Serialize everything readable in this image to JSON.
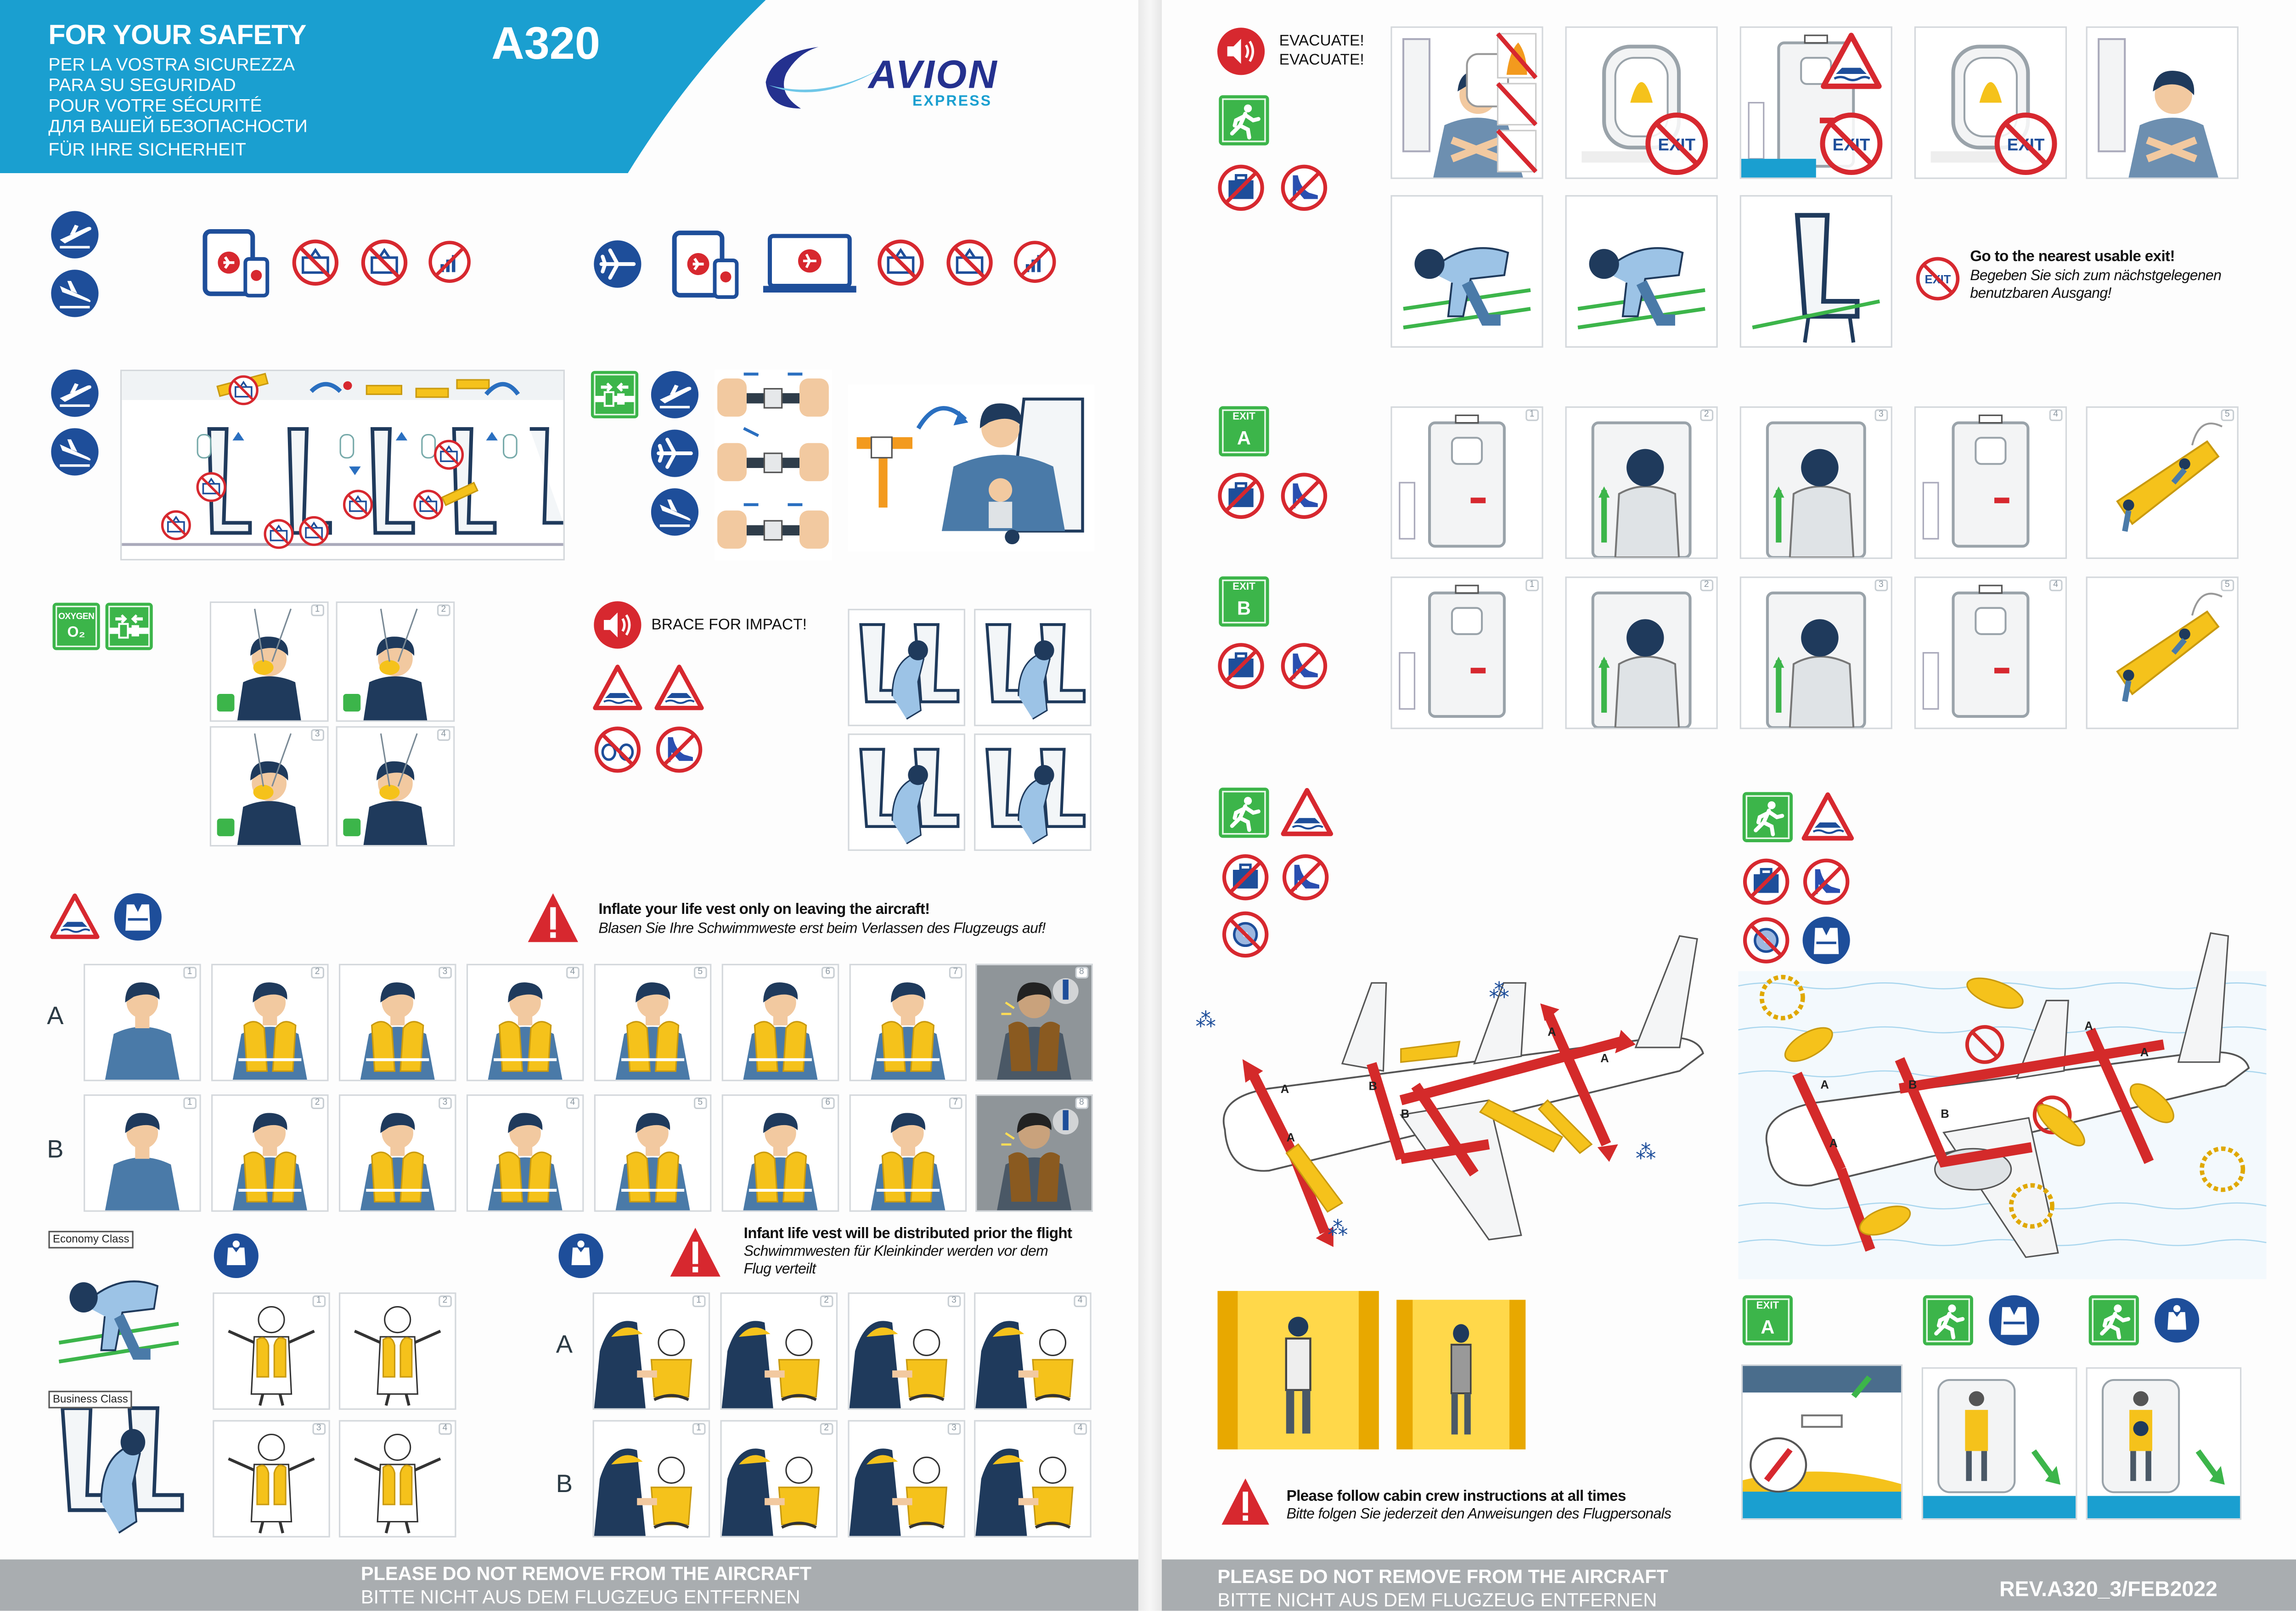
{
  "header": {
    "title": "FOR YOUR SAFETY",
    "subtitles": [
      "PER LA VOSTRA SICUREZZA",
      "PARA SU SEGURIDAD",
      "POUR VOTRE SÉCURITÉ",
      "ДЛЯ ВАШЕЙ БЕЗОПАСНОСТИ",
      "FÜR IHRE SICHERHEIT"
    ],
    "model": "A320",
    "logo": {
      "name": "AVION",
      "sub": "EXPRESS"
    }
  },
  "colors": {
    "brand_blue": "#1a9fd0",
    "navy": "#1e4e9a",
    "red": "#d7282f",
    "green": "#3cb54a",
    "vest_yellow": "#f5c21b"
  },
  "oxygen": {
    "label": "OXYGEN",
    "symbol": "O₂",
    "steps": [
      "1",
      "2",
      "3",
      "4"
    ]
  },
  "brace": {
    "label": "BRACE FOR IMPACT!"
  },
  "life_vest": {
    "warning_bold": "Inflate your life vest only on leaving the aircraft!",
    "warning_italic": "Blasen Sie Ihre Schwimmweste erst beim Verlassen des Flugzeugs auf!",
    "row_a": "A",
    "row_b": "B",
    "steps": [
      "1",
      "2",
      "3",
      "4",
      "5",
      "6",
      "7",
      "8"
    ]
  },
  "seat_classes": {
    "economy": "Economy Class",
    "business": "Business Class"
  },
  "child_vest": {
    "steps": [
      "1",
      "2",
      "3",
      "4"
    ]
  },
  "infant_vest": {
    "warning_bold": "Infant life vest will be distributed prior the flight",
    "warning_italic": "Schwimmwesten für Kleinkinder werden vor dem Flug verteilt",
    "row_a": "A",
    "row_b": "B",
    "steps": [
      "1",
      "2",
      "3",
      "4"
    ]
  },
  "evacuate": {
    "lines": [
      "EVACUATE!",
      "EVACUATE!"
    ],
    "exit_sign": "EXIT"
  },
  "nearest_exit": {
    "bold": "Go to the nearest usable exit!",
    "italic": "Begeben Sie sich zum nächstgelegenen benutzbaren Ausgang!"
  },
  "exits": {
    "exit_word": "EXIT",
    "a": "A",
    "b": "B",
    "steps": [
      "1",
      "2",
      "3",
      "4",
      "5"
    ]
  },
  "diagram": {
    "door_a": "A",
    "door_b": "B"
  },
  "crew": {
    "bold": "Please follow cabin crew instructions at all times",
    "italic": "Bitte folgen Sie jederzeit den Anweisungen des Flugpersonals"
  },
  "footer": {
    "line1": "PLEASE DO NOT REMOVE FROM THE AIRCRAFT",
    "line2": "BITTE NICHT AUS DEM FLUGZEUG ENTFERNEN"
  },
  "revision": "REV.A320_3/FEB2022"
}
